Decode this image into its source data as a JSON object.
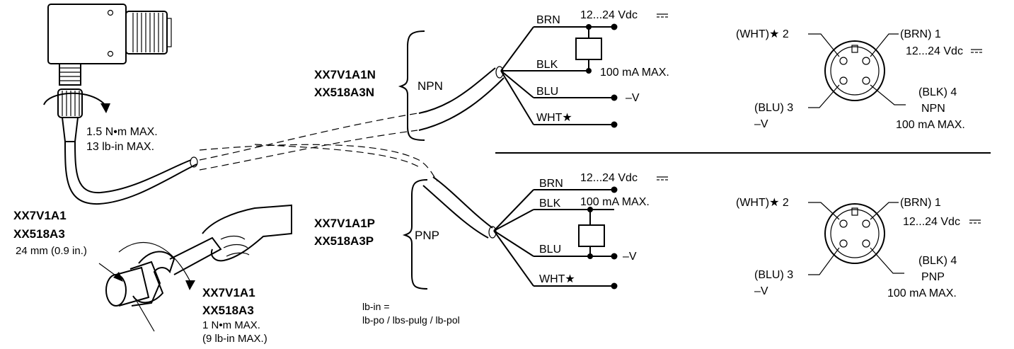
{
  "colors": {
    "ink": "#000000",
    "background": "#ffffff"
  },
  "left": {
    "torque1_line1": "1.5 N•m MAX.",
    "torque1_line2": "13 lb-in MAX.",
    "cable_model1": "XX7V1A1",
    "cable_model2": "XX518A3",
    "wrench_size": "24 mm (0.9 in.)",
    "wrench_model1": "XX7V1A1",
    "wrench_model2": "XX518A3",
    "torque2_line1": "1 N•m MAX.",
    "torque2_line2": "(9 lb-in MAX.)"
  },
  "unit_note": {
    "line1": "lb-in =",
    "line2": "lb-po / lbs-pulg / lb-pol"
  },
  "npn": {
    "model1": "XX7V1A1N",
    "model2": "XX518A3N",
    "type": "NPN",
    "brn": "BRN",
    "supply": "12...24 Vdc",
    "blk": "BLK",
    "current": "100 mA MAX.",
    "blu": "BLU",
    "minus_v": "–V",
    "wht": "WHT★"
  },
  "pnp": {
    "model1": "XX7V1A1P",
    "model2": "XX518A3P",
    "type": "PNP",
    "brn": "BRN",
    "supply": "12...24 Vdc",
    "blk": "BLK",
    "current": "100 mA MAX.",
    "blu": "BLU",
    "minus_v": "–V",
    "wht": "WHT★"
  },
  "connector_npn": {
    "pin2": "(WHT)★ 2",
    "pin1": "(BRN) 1",
    "pin1_value": "12...24 Vdc",
    "pin4": "(BLK) 4",
    "pin4_type": "NPN",
    "pin4_value": "100 mA MAX.",
    "pin3": "(BLU) 3",
    "pin3_value": "–V"
  },
  "connector_pnp": {
    "pin2": "(WHT)★ 2",
    "pin1": "(BRN) 1",
    "pin1_value": "12...24 Vdc",
    "pin4": "(BLK) 4",
    "pin4_type": "PNP",
    "pin4_value": "100 mA MAX.",
    "pin3": "(BLU) 3",
    "pin3_value": "–V"
  }
}
